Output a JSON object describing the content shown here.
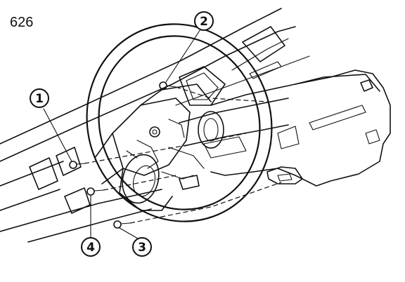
{
  "figure_number": "626",
  "callouts": [
    {
      "label": "1"
    },
    {
      "label": "2"
    },
    {
      "label": "3"
    },
    {
      "label": "4"
    }
  ]
}
